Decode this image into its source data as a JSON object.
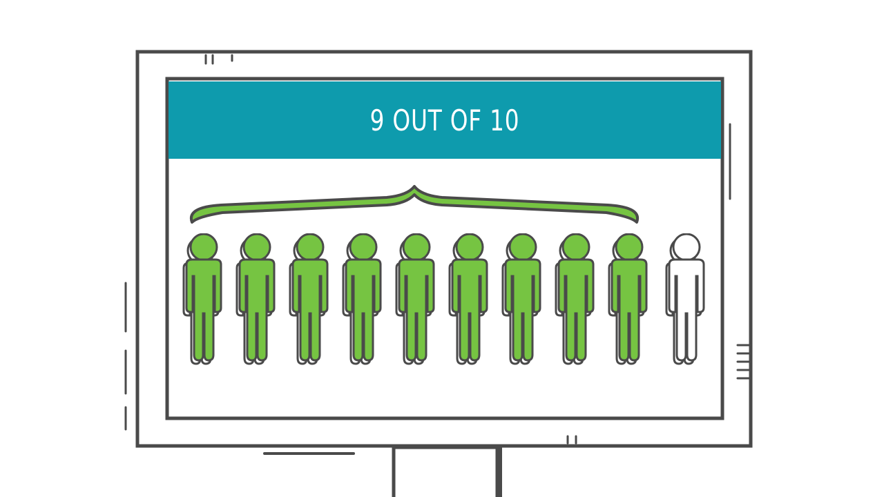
{
  "headline": "9 OUT OF 10",
  "infographic": {
    "highlighted": 9,
    "total": 10
  },
  "colors": {
    "banner": "#0e9bad",
    "highlight": "#76c442",
    "outline": "#4a4a4a",
    "empty": "#ffffff"
  }
}
